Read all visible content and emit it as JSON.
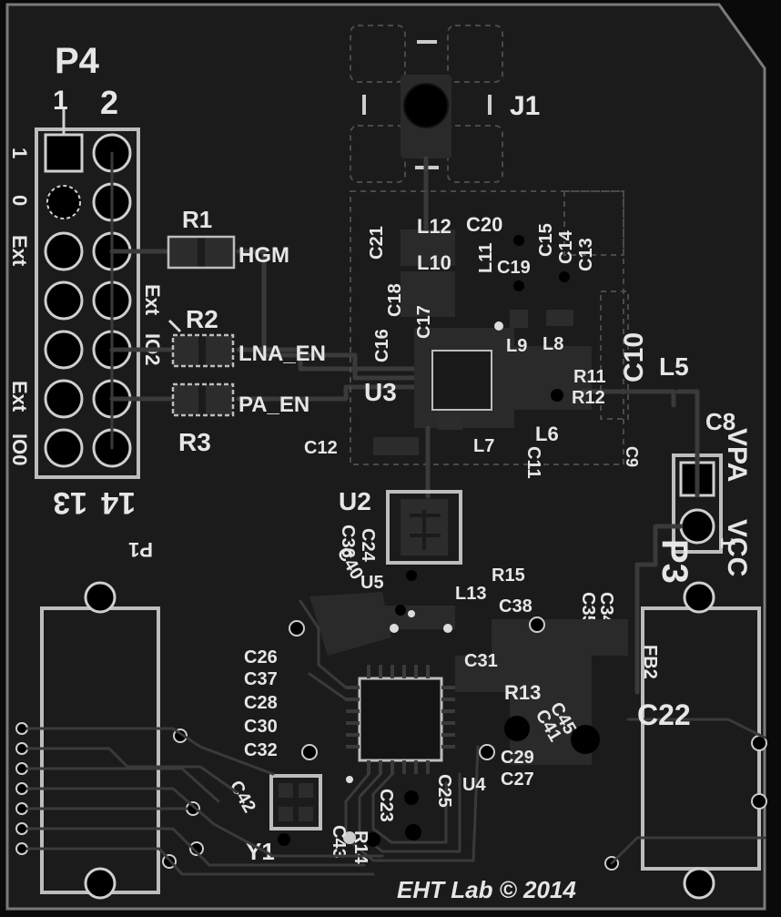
{
  "board": {
    "copyright": "EHT Lab © 2014",
    "colors": {
      "background": "#1a1a1a",
      "silkscreen": "#e6e6e6",
      "copper": "#3a3a3a",
      "via": "#000000"
    }
  },
  "connectors": {
    "p4": {
      "ref": "P4",
      "pin1": "1",
      "pin2": "2",
      "pin13": "13",
      "pin14": "14",
      "mirror_ref": "P1"
    },
    "j1": {
      "ref": "J1"
    },
    "p3": {
      "ref": "P3",
      "labels": [
        "VPA",
        "VCC"
      ],
      "pin_mark": "1"
    }
  },
  "pin_labels": {
    "row1": "1",
    "row2": "0",
    "row3": "Ext",
    "row4a": "Ext",
    "row4b": "IO2",
    "row6": "Ext",
    "row7": "IO0"
  },
  "nets": {
    "hgm": "HGM",
    "lna_en": "LNA_EN",
    "pa_en": "PA_EN"
  },
  "refdes": {
    "R1": "R1",
    "R2": "R2",
    "R3": "R3",
    "U2": "U2",
    "U3": "U3",
    "U4": "U4",
    "U5": "U5",
    "Y1": "Y1",
    "L5": "L5",
    "L6": "L6",
    "L7": "L7",
    "L8": "L8",
    "L9": "L9",
    "L10": "L10",
    "L11": "L11",
    "L12": "L12",
    "L13": "L13",
    "C8": "C8",
    "C9": "C9",
    "C10": "C10",
    "C11": "C11",
    "C12": "C12",
    "C13": "C13",
    "C14": "C14",
    "C15": "C15",
    "C16": "C16",
    "C17": "C17",
    "C18": "C18",
    "C19": "C19",
    "C20": "C20",
    "C21": "C21",
    "C22": "C22",
    "C23": "C23",
    "C24": "C24",
    "C25": "C25",
    "C26": "C26",
    "C27": "C27",
    "C28": "C28",
    "C29": "C29",
    "C30": "C30",
    "C31": "C31",
    "C32": "C32",
    "C34": "C34",
    "C35": "C35",
    "C36": "C36",
    "C37": "C37",
    "C38": "C38",
    "C40": "C40",
    "C41": "C41",
    "C42": "C42",
    "C43": "C43",
    "C45": "C45",
    "R11": "R11",
    "R12": "R12",
    "R13": "R13",
    "R14": "R14",
    "R15": "R15",
    "FB2": "FB2"
  }
}
